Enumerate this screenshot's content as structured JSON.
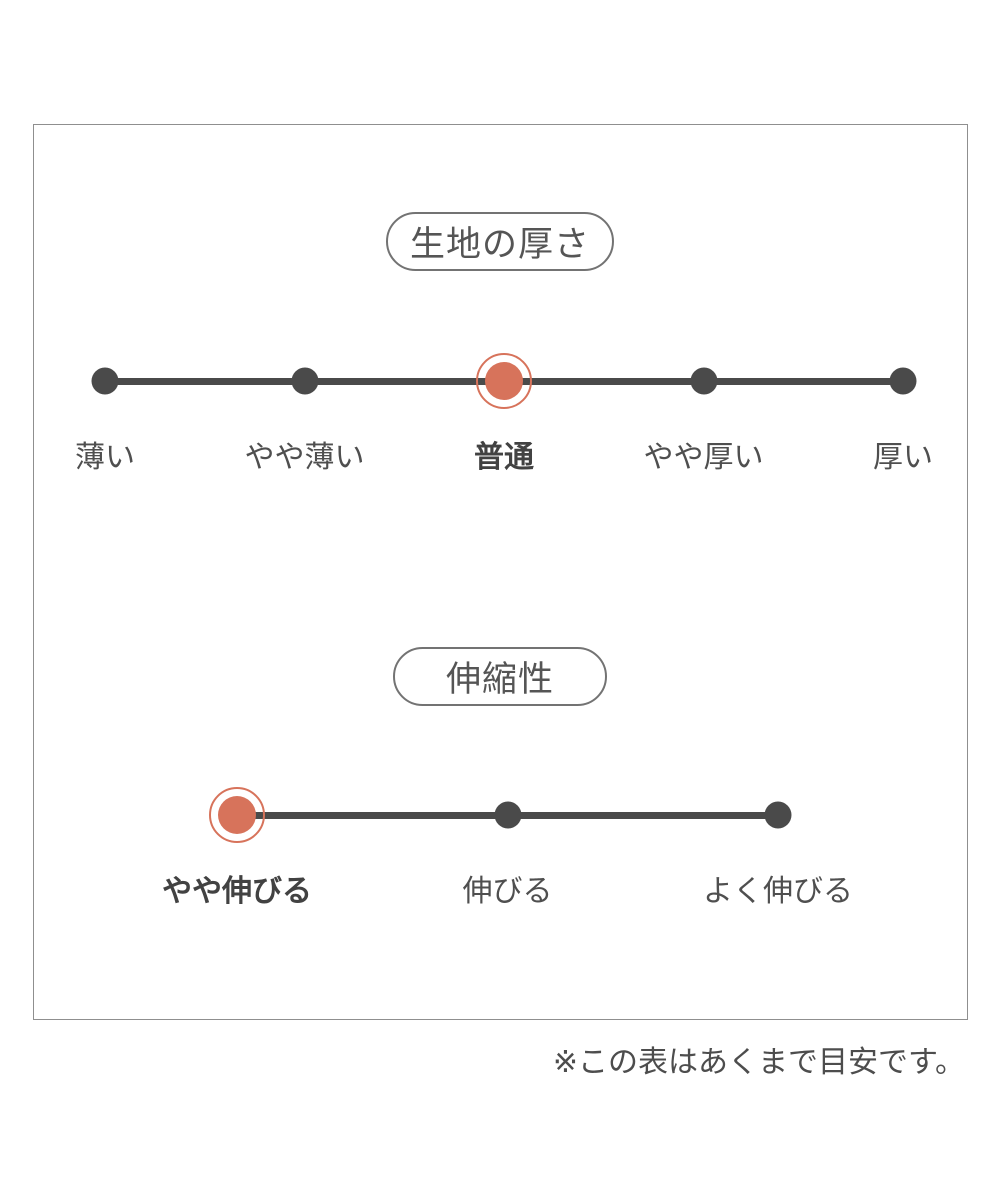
{
  "colors": {
    "accent": "#d7735b",
    "dark": "#4a4a4a"
  },
  "sections": [
    {
      "id": "thickness",
      "title": "生地の厚さ",
      "options": [
        "薄い",
        "やや薄い",
        "普通",
        "やや厚い",
        "厚い"
      ],
      "selected_index": 2,
      "selected_label": "普通"
    },
    {
      "id": "stretch",
      "title": "伸縮性",
      "options": [
        "やや伸びる",
        "伸びる",
        "よく伸びる"
      ],
      "selected_index": 0,
      "selected_label": "やや伸びる"
    }
  ],
  "footnote": "※この表はあくまで目安です。"
}
